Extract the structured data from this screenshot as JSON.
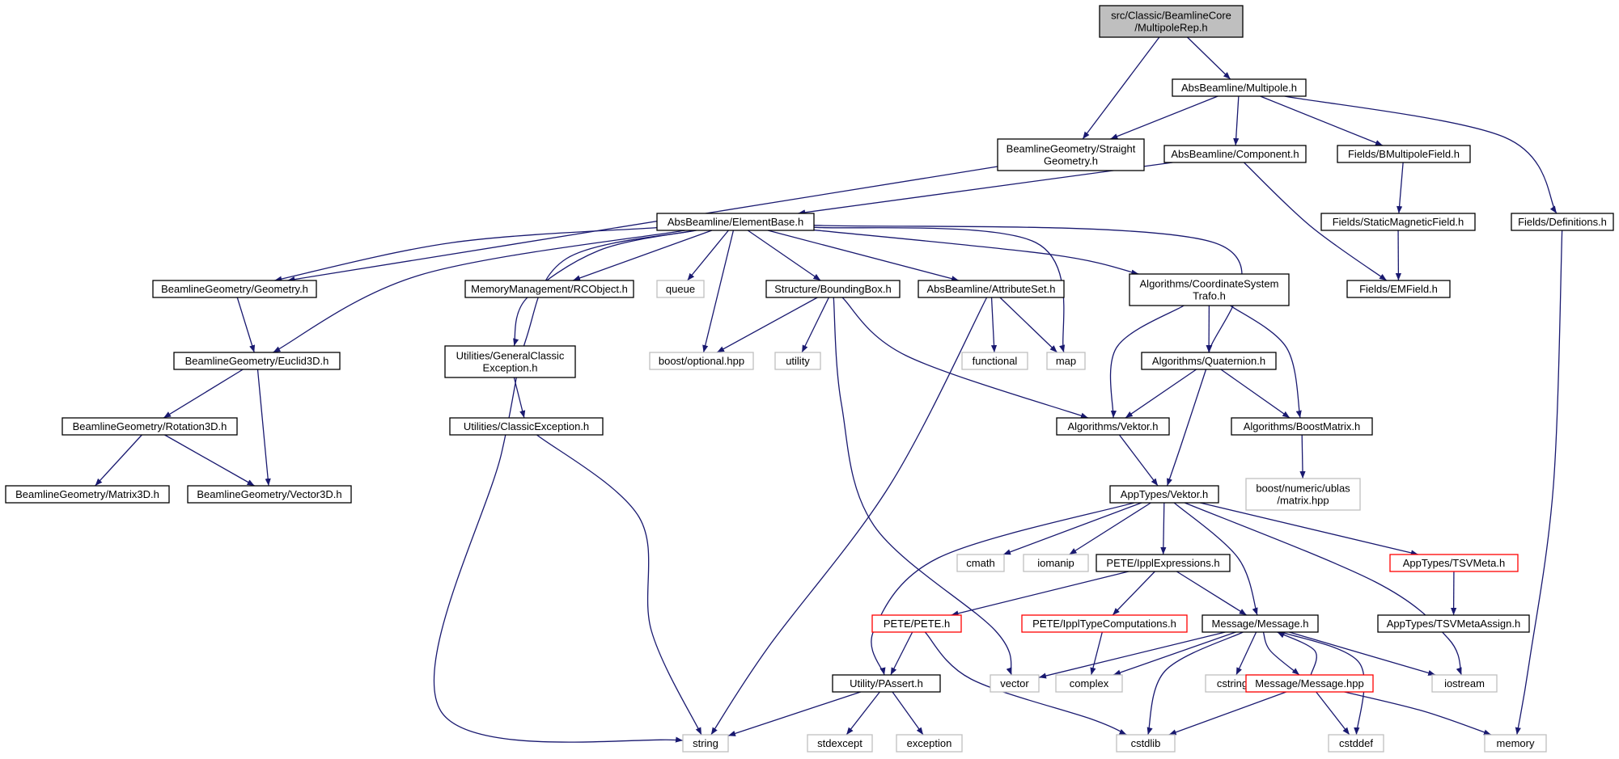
{
  "colors": {
    "edge": "#191970",
    "root_fill": "#bfbfbf",
    "normal_border": "#000000",
    "external_border": "#bfbfbf",
    "truncated_border": "#ff0000",
    "node_fill": "#ffffff"
  },
  "nodes": {
    "root": {
      "lines": [
        "src/Classic/BeamlineCore",
        "/MultipoleRep.h"
      ],
      "kind": "root"
    },
    "multipole": {
      "lines": [
        "AbsBeamline/Multipole.h"
      ],
      "kind": "normal"
    },
    "straightgeom": {
      "lines": [
        "BeamlineGeometry/Straight",
        "Geometry.h"
      ],
      "kind": "normal"
    },
    "component": {
      "lines": [
        "AbsBeamline/Component.h"
      ],
      "kind": "normal"
    },
    "bmultipolefield": {
      "lines": [
        "Fields/BMultipoleField.h"
      ],
      "kind": "normal"
    },
    "definitions": {
      "lines": [
        "Fields/Definitions.h"
      ],
      "kind": "normal"
    },
    "staticmagnetic": {
      "lines": [
        "Fields/StaticMagneticField.h"
      ],
      "kind": "normal"
    },
    "emfield": {
      "lines": [
        "Fields/EMField.h"
      ],
      "kind": "normal"
    },
    "elementbase": {
      "lines": [
        "AbsBeamline/ElementBase.h"
      ],
      "kind": "normal"
    },
    "geometry": {
      "lines": [
        "BeamlineGeometry/Geometry.h"
      ],
      "kind": "normal"
    },
    "rcobject": {
      "lines": [
        "MemoryManagement/RCObject.h"
      ],
      "kind": "normal"
    },
    "queue": {
      "lines": [
        "queue"
      ],
      "kind": "external"
    },
    "boundingbox": {
      "lines": [
        "Structure/BoundingBox.h"
      ],
      "kind": "normal"
    },
    "attributeset": {
      "lines": [
        "AbsBeamline/AttributeSet.h"
      ],
      "kind": "normal"
    },
    "coordtrafo": {
      "lines": [
        "Algorithms/CoordinateSystem",
        "Trafo.h"
      ],
      "kind": "normal"
    },
    "euclid3d": {
      "lines": [
        "BeamlineGeometry/Euclid3D.h"
      ],
      "kind": "normal"
    },
    "generalexc": {
      "lines": [
        "Utilities/GeneralClassic",
        "Exception.h"
      ],
      "kind": "normal"
    },
    "boostoptional": {
      "lines": [
        "boost/optional.hpp"
      ],
      "kind": "external"
    },
    "utility": {
      "lines": [
        "utility"
      ],
      "kind": "external"
    },
    "functional": {
      "lines": [
        "functional"
      ],
      "kind": "external"
    },
    "map": {
      "lines": [
        "map"
      ],
      "kind": "external"
    },
    "quaternion": {
      "lines": [
        "Algorithms/Quaternion.h"
      ],
      "kind": "normal"
    },
    "rotation3d": {
      "lines": [
        "BeamlineGeometry/Rotation3D.h"
      ],
      "kind": "normal"
    },
    "classicexc": {
      "lines": [
        "Utilities/ClassicException.h"
      ],
      "kind": "normal"
    },
    "algvektor": {
      "lines": [
        "Algorithms/Vektor.h"
      ],
      "kind": "normal"
    },
    "boostmatrix": {
      "lines": [
        "Algorithms/BoostMatrix.h"
      ],
      "kind": "normal"
    },
    "matrix3d": {
      "lines": [
        "BeamlineGeometry/Matrix3D.h"
      ],
      "kind": "normal"
    },
    "vector3d": {
      "lines": [
        "BeamlineGeometry/Vector3D.h"
      ],
      "kind": "normal"
    },
    "apptypesvektor": {
      "lines": [
        "AppTypes/Vektor.h"
      ],
      "kind": "normal"
    },
    "ublasmatrix": {
      "lines": [
        "boost/numeric/ublas",
        "/matrix.hpp"
      ],
      "kind": "external"
    },
    "cmath": {
      "lines": [
        "cmath"
      ],
      "kind": "external"
    },
    "iomanip": {
      "lines": [
        "iomanip"
      ],
      "kind": "external"
    },
    "ipplexpr": {
      "lines": [
        "PETE/IpplExpressions.h"
      ],
      "kind": "normal"
    },
    "tsvmeta": {
      "lines": [
        "AppTypes/TSVMeta.h"
      ],
      "kind": "truncated"
    },
    "tsvmetaassign": {
      "lines": [
        "AppTypes/TSVMetaAssign.h"
      ],
      "kind": "normal"
    },
    "pete": {
      "lines": [
        "PETE/PETE.h"
      ],
      "kind": "truncated"
    },
    "ippltypecomp": {
      "lines": [
        "PETE/IpplTypeComputations.h"
      ],
      "kind": "truncated"
    },
    "messageh": {
      "lines": [
        "Message/Message.h"
      ],
      "kind": "normal"
    },
    "passert": {
      "lines": [
        "Utility/PAssert.h"
      ],
      "kind": "normal"
    },
    "vector": {
      "lines": [
        "vector"
      ],
      "kind": "external"
    },
    "complex": {
      "lines": [
        "complex"
      ],
      "kind": "external"
    },
    "cstring": {
      "lines": [
        "cstring"
      ],
      "kind": "external"
    },
    "messagehpp": {
      "lines": [
        "Message/Message.hpp"
      ],
      "kind": "truncated"
    },
    "iostream": {
      "lines": [
        "iostream"
      ],
      "kind": "external"
    },
    "string": {
      "lines": [
        "string"
      ],
      "kind": "external"
    },
    "stdexcept": {
      "lines": [
        "stdexcept"
      ],
      "kind": "external"
    },
    "exception": {
      "lines": [
        "exception"
      ],
      "kind": "external"
    },
    "cstdlib": {
      "lines": [
        "cstdlib"
      ],
      "kind": "external"
    },
    "cstddef": {
      "lines": [
        "cstddef"
      ],
      "kind": "external"
    },
    "memory": {
      "lines": [
        "memory"
      ],
      "kind": "external"
    }
  },
  "edges": [
    [
      "root",
      "multipole"
    ],
    [
      "root",
      "straightgeom"
    ],
    [
      "multipole",
      "straightgeom"
    ],
    [
      "multipole",
      "component"
    ],
    [
      "multipole",
      "bmultipolefield"
    ],
    [
      "multipole",
      "definitions"
    ],
    [
      "straightgeom",
      "geometry"
    ],
    [
      "component",
      "elementbase"
    ],
    [
      "component",
      "emfield"
    ],
    [
      "bmultipolefield",
      "staticmagnetic"
    ],
    [
      "staticmagnetic",
      "emfield"
    ],
    [
      "definitions",
      "memory"
    ],
    [
      "elementbase",
      "geometry"
    ],
    [
      "elementbase",
      "euclid3d"
    ],
    [
      "elementbase",
      "string"
    ],
    [
      "elementbase",
      "generalexc"
    ],
    [
      "elementbase",
      "rcobject"
    ],
    [
      "elementbase",
      "queue"
    ],
    [
      "elementbase",
      "boostoptional"
    ],
    [
      "elementbase",
      "boundingbox"
    ],
    [
      "elementbase",
      "attributeset"
    ],
    [
      "elementbase",
      "map"
    ],
    [
      "elementbase",
      "coordtrafo"
    ],
    [
      "elementbase",
      "quaternion"
    ],
    [
      "geometry",
      "euclid3d"
    ],
    [
      "euclid3d",
      "rotation3d"
    ],
    [
      "euclid3d",
      "vector3d"
    ],
    [
      "rotation3d",
      "matrix3d"
    ],
    [
      "rotation3d",
      "vector3d"
    ],
    [
      "generalexc",
      "classicexc"
    ],
    [
      "classicexc",
      "string"
    ],
    [
      "boundingbox",
      "boostoptional"
    ],
    [
      "boundingbox",
      "utility"
    ],
    [
      "boundingbox",
      "algvektor"
    ],
    [
      "boundingbox",
      "vector"
    ],
    [
      "attributeset",
      "functional"
    ],
    [
      "attributeset",
      "map"
    ],
    [
      "attributeset",
      "string"
    ],
    [
      "coordtrafo",
      "quaternion"
    ],
    [
      "coordtrafo",
      "algvektor"
    ],
    [
      "coordtrafo",
      "boostmatrix"
    ],
    [
      "quaternion",
      "algvektor"
    ],
    [
      "quaternion",
      "boostmatrix"
    ],
    [
      "quaternion",
      "apptypesvektor"
    ],
    [
      "algvektor",
      "apptypesvektor"
    ],
    [
      "boostmatrix",
      "ublasmatrix"
    ],
    [
      "apptypesvektor",
      "cmath"
    ],
    [
      "apptypesvektor",
      "iomanip"
    ],
    [
      "apptypesvektor",
      "ipplexpr"
    ],
    [
      "apptypesvektor",
      "tsvmeta"
    ],
    [
      "apptypesvektor",
      "messageh"
    ],
    [
      "apptypesvektor",
      "passert"
    ],
    [
      "apptypesvektor",
      "iostream"
    ],
    [
      "tsvmeta",
      "tsvmetaassign"
    ],
    [
      "ipplexpr",
      "pete"
    ],
    [
      "ipplexpr",
      "ippltypecomp"
    ],
    [
      "ipplexpr",
      "messageh"
    ],
    [
      "pete",
      "passert"
    ],
    [
      "pete",
      "cstdlib"
    ],
    [
      "ippltypecomp",
      "complex"
    ],
    [
      "messageh",
      "vector"
    ],
    [
      "messageh",
      "complex"
    ],
    [
      "messageh",
      "cstring"
    ],
    [
      "messageh",
      "messagehpp"
    ],
    [
      "messageh",
      "iostream"
    ],
    [
      "messageh",
      "cstdlib"
    ],
    [
      "messageh",
      "cstddef"
    ],
    [
      "messagehpp",
      "messageh"
    ],
    [
      "messagehpp",
      "cstdlib"
    ],
    [
      "messagehpp",
      "cstddef"
    ],
    [
      "messagehpp",
      "memory"
    ],
    [
      "passert",
      "string"
    ],
    [
      "passert",
      "stdexcept"
    ],
    [
      "passert",
      "exception"
    ]
  ]
}
